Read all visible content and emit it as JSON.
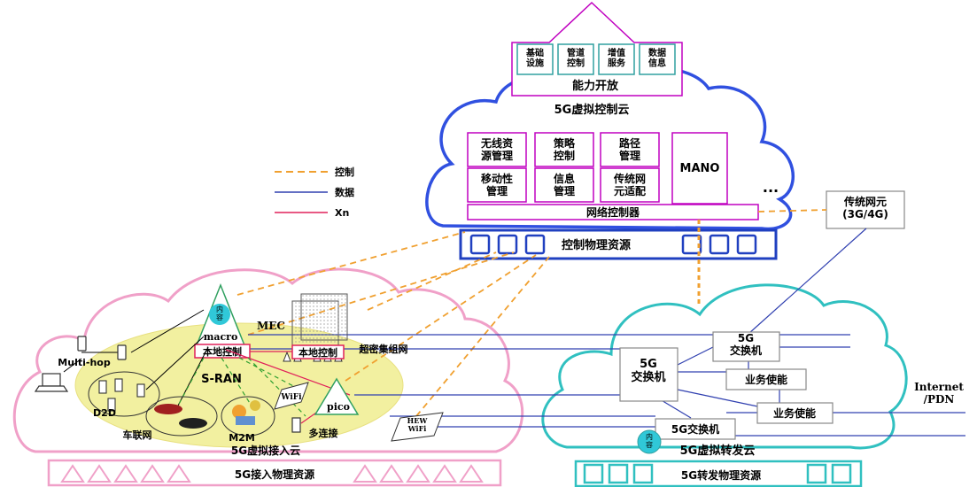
{
  "colors": {
    "control": "#F0A030",
    "data": "#3040B0",
    "xn": "#E0205A",
    "control_cloud": "#3050E0",
    "access_cloud": "#F0A0C8",
    "forward_cloud": "#30C0C0",
    "magenta_box": "#C000C0",
    "teal_box": "#30A0A0",
    "ellipse_fill": "#F2F0A0"
  },
  "top_arrow": {
    "items": [
      "基础\n设施",
      "管道\n控制",
      "增值\n服务",
      "数据\n信息"
    ],
    "label": "能力开放"
  },
  "control_cloud": {
    "title": "5G虚拟控制云",
    "functions": [
      "无线资\n源管理",
      "策略\n控制",
      "路径\n管理",
      "移动性\n管理",
      "信息\n管理",
      "传统网\n元适配"
    ],
    "mano": "MANO",
    "ellipsis": "...",
    "network_controller": "网络控制器",
    "physical": "控制物理资源"
  },
  "legacy": "传统网元\n(3G/4G)",
  "legend": [
    {
      "label": "控制",
      "style": "control"
    },
    {
      "label": "数据",
      "style": "data"
    },
    {
      "label": "Xn",
      "style": "xn"
    }
  ],
  "access": {
    "title": "5G虚拟接入云",
    "physical": "5G接入物理资源",
    "sran": "S-RAN",
    "mec": "MEC",
    "macro": "macro",
    "content": "内\n容",
    "local_control": "本地控制",
    "local_control2": "本地控制",
    "ultra_dense": "超密集组网",
    "multihop": "Multi-hop",
    "d2d": "D2D",
    "v2x": "车联网",
    "m2m": "M2M",
    "multi_conn": "多连接",
    "wifi": "WiFi",
    "pico": "pico",
    "hew": "HEW\nWiFi"
  },
  "forward": {
    "title": "5G虚拟转发云",
    "physical": "5G转发物理资源",
    "switch_a": "5G\n交换机",
    "switch_b": "5G\n交换机",
    "switch_c": "5G交换机",
    "service_a": "业务使能",
    "service_b": "业务使能",
    "content": "内\n容"
  },
  "internet": "Internet\n/PDN"
}
